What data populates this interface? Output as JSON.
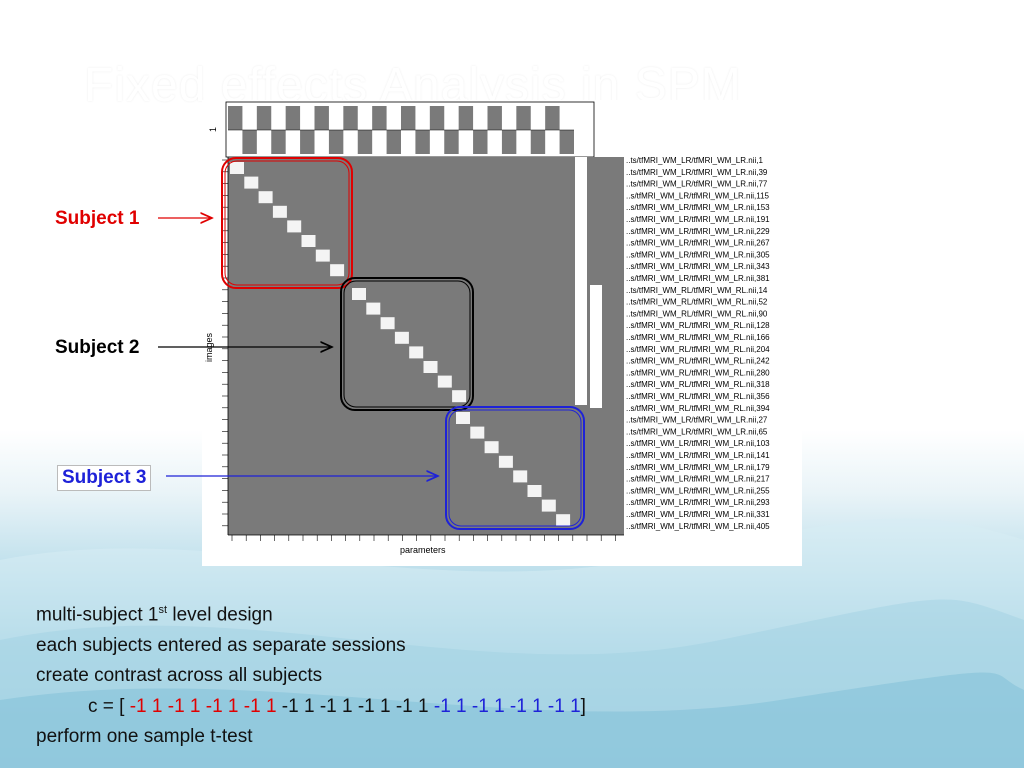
{
  "slide": {
    "title": "Fixed effects Analysis in SPM"
  },
  "design_matrix": {
    "top_axis_tick": "1",
    "y_axis_label": "images",
    "x_axis_label": "parameters",
    "image_labels": [
      "..ts/tfMRI_WM_LR/tfMRI_WM_LR.nii,1",
      "..ts/tfMRI_WM_LR/tfMRI_WM_LR.nii,39",
      "..ts/tfMRI_WM_LR/tfMRI_WM_LR.nii,77",
      "..s/tfMRI_WM_LR/tfMRI_WM_LR.nii,115",
      "..s/tfMRI_WM_LR/tfMRI_WM_LR.nii,153",
      "..s/tfMRI_WM_LR/tfMRI_WM_LR.nii,191",
      "..s/tfMRI_WM_LR/tfMRI_WM_LR.nii,229",
      "..s/tfMRI_WM_LR/tfMRI_WM_LR.nii,267",
      "..s/tfMRI_WM_LR/tfMRI_WM_LR.nii,305",
      "..s/tfMRI_WM_LR/tfMRI_WM_LR.nii,343",
      "..s/tfMRI_WM_LR/tfMRI_WM_LR.nii,381",
      "..ts/tfMRI_WM_RL/tfMRI_WM_RL.nii,14",
      "..ts/tfMRI_WM_RL/tfMRI_WM_RL.nii,52",
      "..ts/tfMRI_WM_RL/tfMRI_WM_RL.nii,90",
      "..s/tfMRI_WM_RL/tfMRI_WM_RL.nii,128",
      "..s/tfMRI_WM_RL/tfMRI_WM_RL.nii,166",
      "..s/tfMRI_WM_RL/tfMRI_WM_RL.nii,204",
      "..s/tfMRI_WM_RL/tfMRI_WM_RL.nii,242",
      "..s/tfMRI_WM_RL/tfMRI_WM_RL.nii,280",
      "..s/tfMRI_WM_RL/tfMRI_WM_RL.nii,318",
      "..s/tfMRI_WM_RL/tfMRI_WM_RL.nii,356",
      "..s/tfMRI_WM_RL/tfMRI_WM_RL.nii,394",
      "..ts/tfMRI_WM_LR/tfMRI_WM_LR.nii,27",
      "..ts/tfMRI_WM_LR/tfMRI_WM_LR.nii,65",
      "..s/tfMRI_WM_LR/tfMRI_WM_LR.nii,103",
      "..s/tfMRI_WM_LR/tfMRI_WM_LR.nii,141",
      "..s/tfMRI_WM_LR/tfMRI_WM_LR.nii,179",
      "..s/tfMRI_WM_LR/tfMRI_WM_LR.nii,217",
      "..s/tfMRI_WM_LR/tfMRI_WM_LR.nii,255",
      "..s/tfMRI_WM_LR/tfMRI_WM_LR.nii,293",
      "..s/tfMRI_WM_LR/tfMRI_WM_LR.nii,331",
      "..s/tfMRI_WM_LR/tfMRI_WM_LR.nii,405"
    ],
    "contrast_bars": [
      1,
      0,
      1,
      0,
      1,
      0,
      1,
      0,
      1,
      0,
      1,
      0,
      1,
      0,
      1,
      0,
      1,
      0,
      1,
      0,
      1,
      0,
      1,
      0
    ],
    "subjects": [
      {
        "label": "Subject 1",
        "color": "#e00000"
      },
      {
        "label": "Subject 2",
        "color": "#000000"
      },
      {
        "label": "Subject 3",
        "color": "#1e22d8"
      }
    ]
  },
  "notes": {
    "line1_prefix": "multi-subject 1",
    "line1_sup": "st",
    "line1_suffix": " level design",
    "line2": "each subjects entered as separate sessions",
    "line3": "create contrast across all subjects",
    "contrast_prefix": "c = [ ",
    "contrast_red": "-1 1 -1 1 -1 1 -1 1",
    "contrast_black": " -1 1 -1 1 -1 1 -1 1 ",
    "contrast_blue": "-1 1 -1 1 -1 1 -1 1",
    "contrast_suffix": "]",
    "line5": "perform one sample t-test"
  }
}
